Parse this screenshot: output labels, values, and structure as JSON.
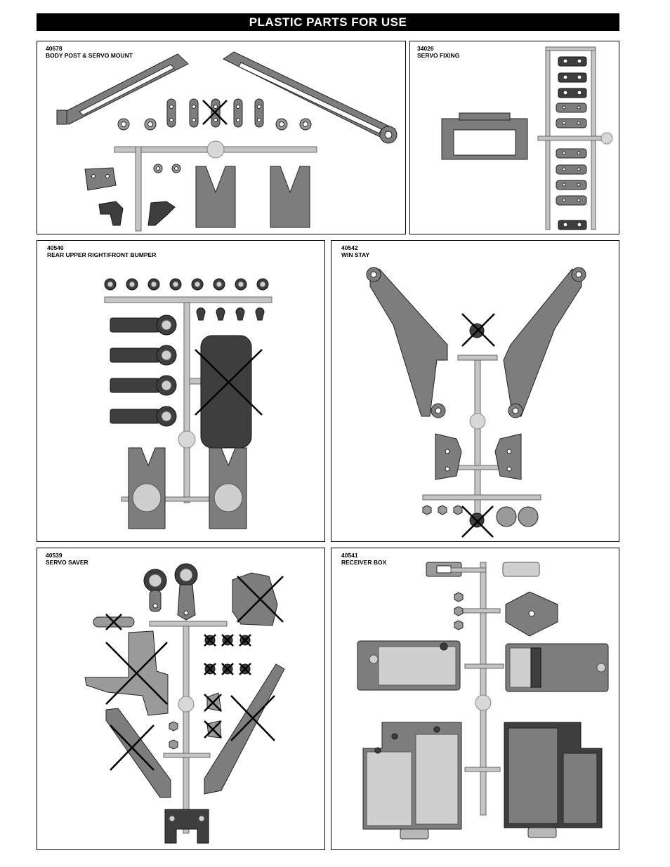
{
  "page": {
    "title": "PLASTIC PARTS FOR USE"
  },
  "panels": [
    {
      "part_no": "40678",
      "name": "BODY POST & SERVO MOUNT"
    },
    {
      "part_no": "34026",
      "name": "SERVO FIXING"
    },
    {
      "part_no": "40540",
      "name": "REAR UPPER RIGHT/FRONT BUMPER"
    },
    {
      "part_no": "40542",
      "name": "WIN STAY"
    },
    {
      "part_no": "40539",
      "name": "SERVO SAVER"
    },
    {
      "part_no": "40541",
      "name": "RECEIVER BOX"
    }
  ],
  "colors": {
    "title_bar": "#000000",
    "title_text": "#ffffff",
    "part_gray": "#7d7d7d",
    "runner_gray": "#c4c4c4"
  }
}
